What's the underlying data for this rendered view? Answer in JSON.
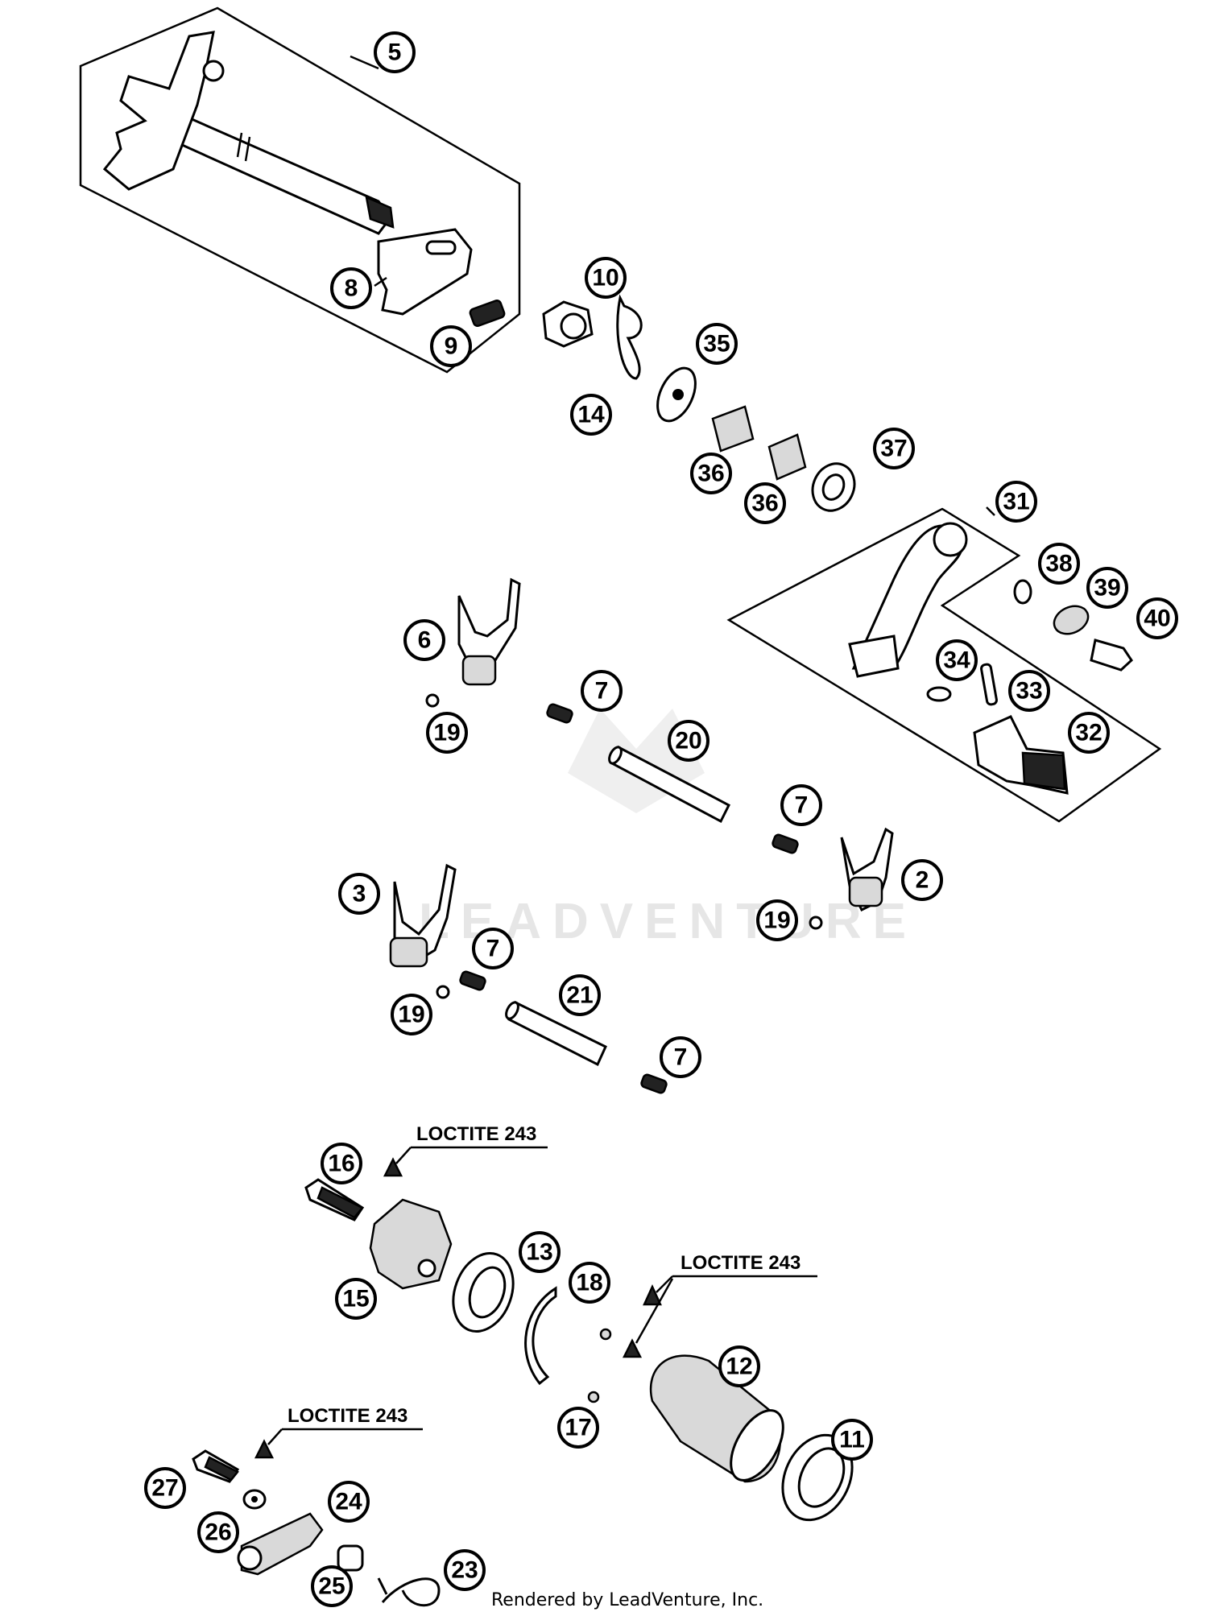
{
  "callouts": [
    {
      "num": "5"
    },
    {
      "num": "8"
    },
    {
      "num": "9"
    },
    {
      "num": "10"
    },
    {
      "num": "35"
    },
    {
      "num": "14"
    },
    {
      "num": "36"
    },
    {
      "num": "36"
    },
    {
      "num": "37"
    },
    {
      "num": "31"
    },
    {
      "num": "38"
    },
    {
      "num": "39"
    },
    {
      "num": "40"
    },
    {
      "num": "34"
    },
    {
      "num": "33"
    },
    {
      "num": "32"
    },
    {
      "num": "6"
    },
    {
      "num": "7"
    },
    {
      "num": "19"
    },
    {
      "num": "20"
    },
    {
      "num": "7"
    },
    {
      "num": "2"
    },
    {
      "num": "19"
    },
    {
      "num": "3"
    },
    {
      "num": "7"
    },
    {
      "num": "21"
    },
    {
      "num": "19"
    },
    {
      "num": "7"
    },
    {
      "num": "16"
    },
    {
      "num": "15"
    },
    {
      "num": "13"
    },
    {
      "num": "18"
    },
    {
      "num": "12"
    },
    {
      "num": "17"
    },
    {
      "num": "11"
    },
    {
      "num": "27"
    },
    {
      "num": "24"
    },
    {
      "num": "26"
    },
    {
      "num": "25"
    },
    {
      "num": "23"
    }
  ],
  "notes": {
    "loctite_1": "LOCTITE 243",
    "loctite_2": "LOCTITE 243",
    "loctite_3": "LOCTITE 243"
  },
  "watermark": "LEADVENTURE",
  "footer": "Rendered by LeadVenture, Inc."
}
